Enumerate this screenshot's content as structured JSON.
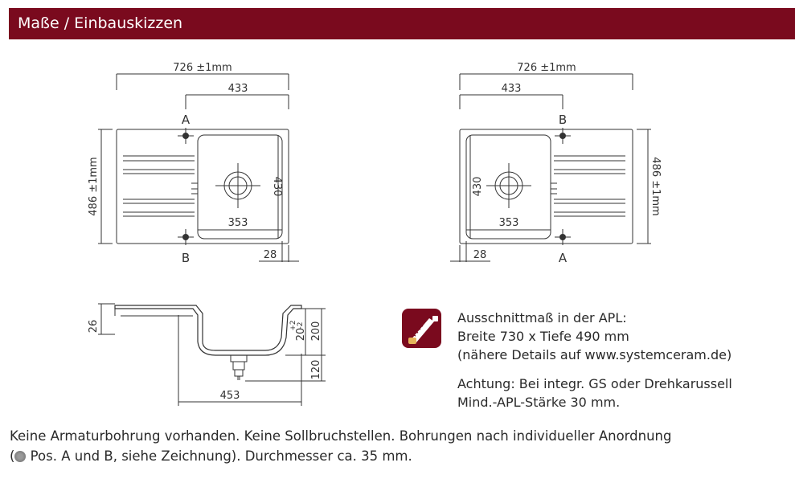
{
  "header": {
    "title": "Maße / Einbauskizzen"
  },
  "left_drawing": {
    "width_label": "726 ±1mm",
    "bowl_offset_label": "433",
    "height_label": "486 ±1mm",
    "bowl_height_label": "430",
    "bowl_width_label": "353",
    "edge_label": "28",
    "top_hole_label": "A",
    "bottom_hole_label": "B"
  },
  "right_drawing": {
    "width_label": "726 ±1mm",
    "bowl_offset_label": "433",
    "height_label": "486 ±1mm",
    "bowl_height_label": "430",
    "bowl_width_label": "353",
    "edge_label": "28",
    "top_hole_label": "B",
    "bottom_hole_label": "A"
  },
  "section_drawing": {
    "rim_label": "26",
    "bowl_width_label": "453",
    "depth_label": "200",
    "inner_depth_label": "20",
    "tolerance_plus": "+2",
    "tolerance_minus": "-2",
    "drain_label": "120"
  },
  "notes": {
    "icon": "saw-icon",
    "line1": "Ausschnittmaß in der APL:",
    "line2": "Breite 730 x Tiefe 490 mm",
    "line3": "(nähere Details auf www.systemceram.de)",
    "line4": "Achtung: Bei integr. GS oder Drehkarussell",
    "line5": "Mind.-APL-Stärke 30 mm."
  },
  "footer": {
    "line1": "Keine Armaturbohrung vorhanden. Keine Sollbruchstellen. Bohrungen nach individueller Anordnung",
    "line2_prefix": "(",
    "line2_suffix": " Pos. A und B, siehe Zeichnung). Durchmesser ca. 35 mm."
  },
  "colors": {
    "brand": "#7a0a1e",
    "line": "#333333"
  }
}
